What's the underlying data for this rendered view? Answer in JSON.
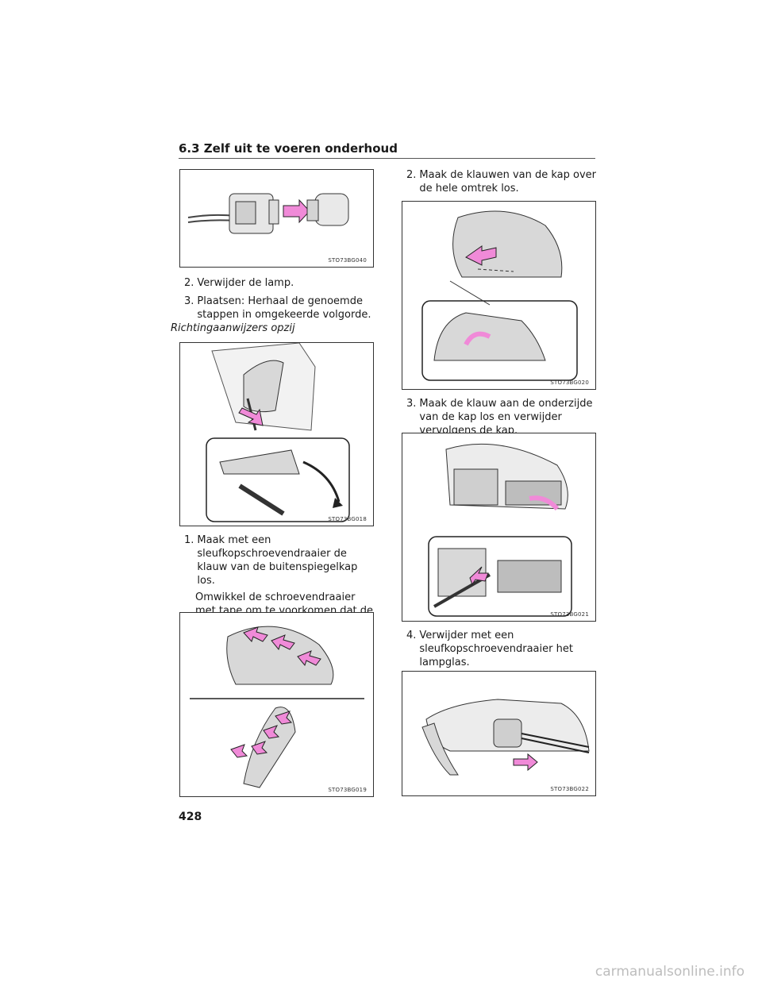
{
  "header": {
    "section_title": "6.3 Zelf uit te voeren onderhoud"
  },
  "left": {
    "fig1": {
      "code": "STO73BG040"
    },
    "steps_a": [
      {
        "num": "2.",
        "text": "Verwijder de lamp."
      },
      {
        "num": "3.",
        "text": "Plaatsen: Herhaal de genoemde stappen in omgekeerde volgorde."
      }
    ],
    "subheading": "Richtingaanwijzers opzij",
    "fig2": {
      "code": "STO73BG018"
    },
    "step_b": {
      "num": "1.",
      "text": "Maak met een sleufkopschroevendraaier de klauw van de buitenspiegelkap los."
    },
    "note": "Omwikkel de schroevendraaier met tape om te voorkomen dat de auto wordt beschadigd.",
    "fig3": {
      "code": "STO73BG019"
    }
  },
  "right": {
    "step2": {
      "num": "2.",
      "text": "Maak de klauwen van de kap over de hele omtrek los."
    },
    "fig4": {
      "code": "STO73BG020"
    },
    "step3": {
      "num": "3.",
      "text": "Maak de klauw aan de onderzijde van de kap los en verwijder vervolgens de kap."
    },
    "fig5": {
      "code": "STO73BG021"
    },
    "step4": {
      "num": "4.",
      "text": "Verwijder met een sleufkopschroevendraaier het lampglas."
    },
    "fig6": {
      "code": "STO73BG022"
    }
  },
  "footer": {
    "page_number": "428",
    "watermark": "carmanualsonline.info"
  },
  "colors": {
    "arrow": "#f08ad8",
    "arrow_stroke": "#222",
    "rule": "#555",
    "mirror": "#d8d8d8"
  }
}
